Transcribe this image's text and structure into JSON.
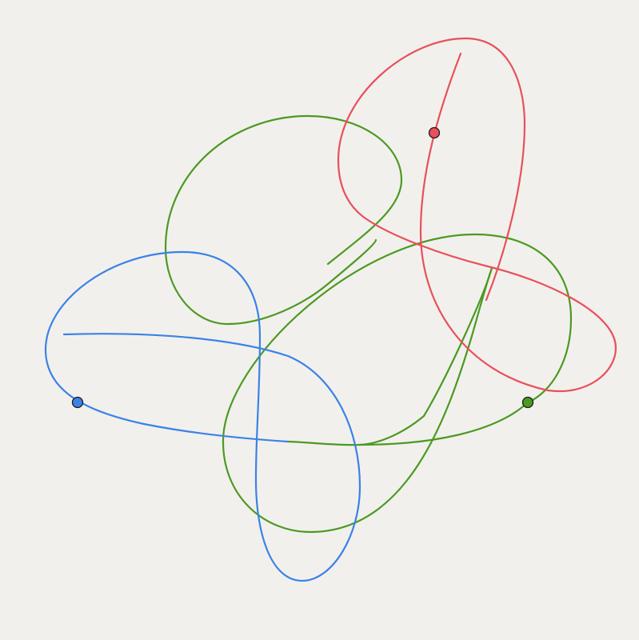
{
  "background": "#f2f0ed",
  "curves": [
    {
      "id": "green",
      "color": "#4b9a22",
      "marker_color": "#4b9a22"
    },
    {
      "id": "red",
      "color": "#e8505b",
      "marker_color": "#e8505b"
    },
    {
      "id": "blue",
      "color": "#3b82e6",
      "marker_color": "#3b82e6"
    }
  ]
}
